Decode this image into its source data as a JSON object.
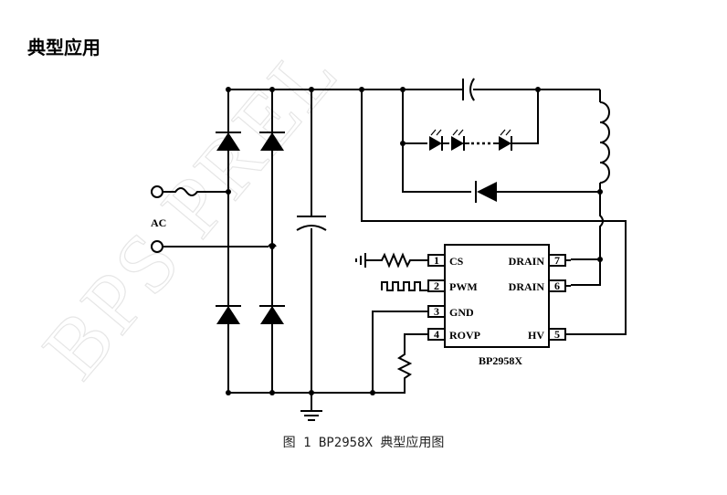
{
  "title": "典型应用",
  "watermark": "BPS PREL",
  "caption": "图 1 BP2958X 典型应用图",
  "ic": {
    "name": "BP2958X",
    "pins": [
      {
        "num": "1",
        "label": "CS"
      },
      {
        "num": "2",
        "label": "PWM"
      },
      {
        "num": "3",
        "label": "GND"
      },
      {
        "num": "4",
        "label": "ROVP"
      },
      {
        "num": "5",
        "label": "HV"
      },
      {
        "num": "6",
        "label": "DRAIN"
      },
      {
        "num": "7",
        "label": "DRAIN"
      }
    ]
  },
  "input_label": "AC"
}
